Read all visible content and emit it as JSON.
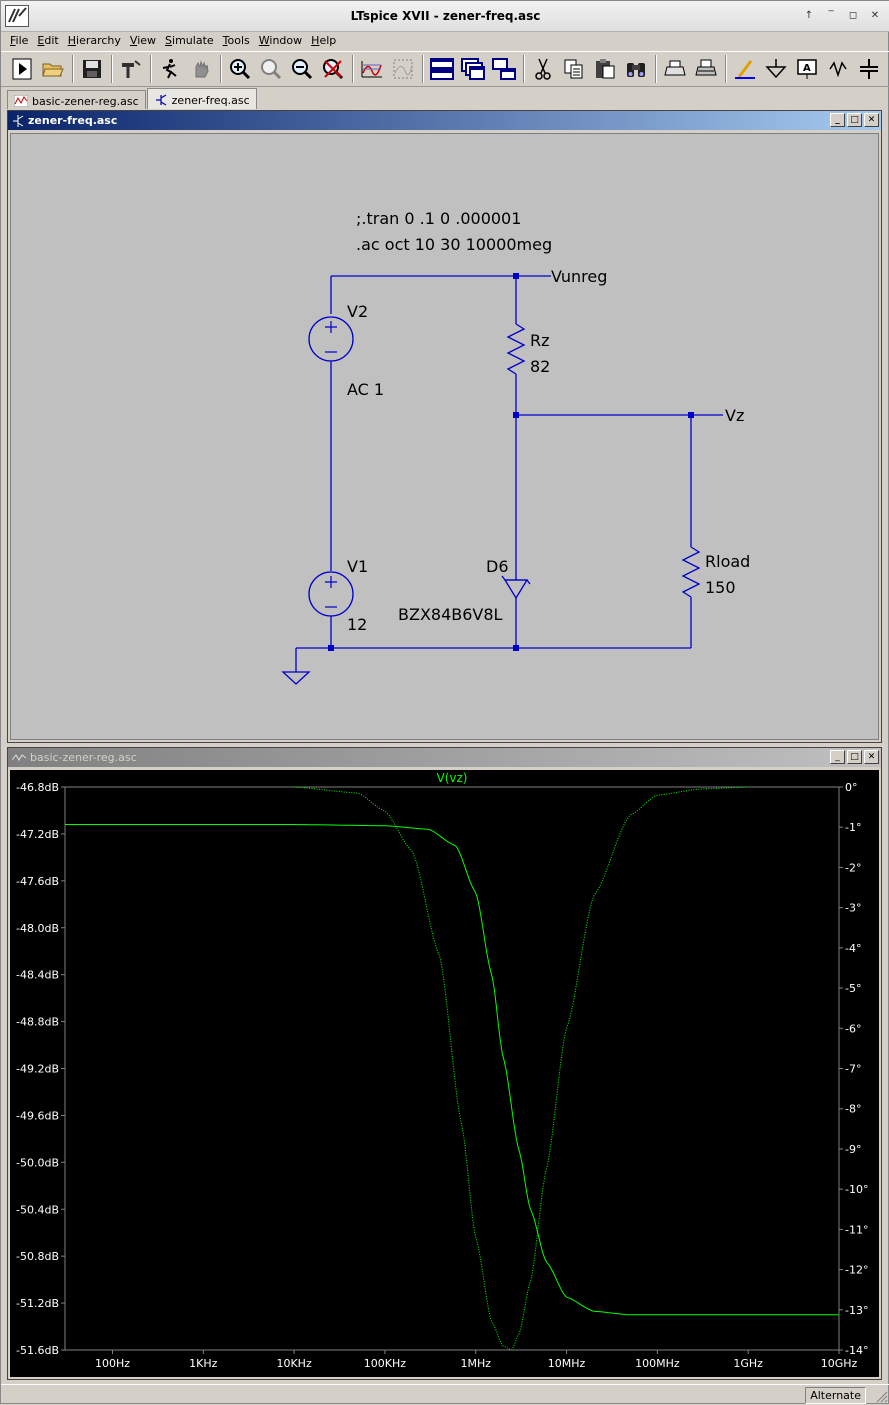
{
  "app": {
    "title": "LTspice XVII - zener-freq.asc",
    "menu": [
      "File",
      "Edit",
      "Hierarchy",
      "View",
      "Simulate",
      "Tools",
      "Window",
      "Help"
    ],
    "menu_mnemonics": [
      "F",
      "E",
      "H",
      "V",
      "S",
      "T",
      "W",
      "H"
    ],
    "window_buttons": [
      "↑",
      "‾",
      "◻",
      "✕"
    ]
  },
  "toolbar": {
    "icons": [
      "run-icon",
      "open-icon",
      "save-icon",
      "control-panel-icon",
      "halt-icon",
      "pan-icon",
      "zoom-in-icon",
      "zoom-area-icon",
      "zoom-out-icon",
      "zoom-fit-icon",
      "autorange-icon",
      "fit-plot-icon",
      "tile-horizontal-icon",
      "cascade-icon",
      "tile-vertical-icon",
      "cut-icon",
      "copy-icon",
      "paste-icon",
      "find-icon",
      "print-preview-icon",
      "print-icon",
      "wire-icon",
      "ground-icon",
      "label-net-icon",
      "component-icon",
      "capacitor-icon"
    ]
  },
  "tabs": [
    {
      "label": "basic-zener-reg.asc",
      "icon": "waveform-icon",
      "active": false
    },
    {
      "label": "zener-freq.asc",
      "icon": "schematic-icon",
      "active": true
    }
  ],
  "schematic_window": {
    "title": "zener-freq.asc",
    "directives": [
      ";.tran 0 .1 0 .000001",
      ".ac oct 10 30 10000meg"
    ],
    "labels": {
      "vunreg": "Vunreg",
      "vz": "Vz",
      "v2_name": "V2",
      "v2_value": "AC 1",
      "v1_name": "V1",
      "v1_value": "12",
      "rz_name": "Rz",
      "rz_value": "82",
      "rload_name": "Rload",
      "rload_value": "150",
      "d6_name": "D6",
      "d6_value": "BZX84B6V8L"
    },
    "colors": {
      "background": "#c0c0c0",
      "wire": "#0000cc"
    }
  },
  "waveform_window": {
    "title": "basic-zener-reg.asc",
    "colors": {
      "background": "#000000",
      "trace": "#00ff00",
      "frame": "#808080"
    },
    "chart_data": {
      "type": "line",
      "title": "V(vz)",
      "xlabel": "",
      "x_scale": "log",
      "x_ticks": [
        "100Hz",
        "1KHz",
        "10KHz",
        "100KHz",
        "1MHz",
        "10MHz",
        "100MHz",
        "1GHz",
        "10GHz"
      ],
      "x_tick_values": [
        100,
        1000,
        10000,
        100000,
        1000000,
        10000000,
        100000000,
        1000000000,
        10000000000
      ],
      "xlim": [
        30,
        10000000000
      ],
      "y_left_ticks": [
        "-46.8dB",
        "-47.2dB",
        "-47.6dB",
        "-48.0dB",
        "-48.4dB",
        "-48.8dB",
        "-49.2dB",
        "-49.6dB",
        "-50.0dB",
        "-50.4dB",
        "-50.8dB",
        "-51.2dB",
        "-51.6dB"
      ],
      "ylim_left": [
        -51.6,
        -46.8
      ],
      "y_right_ticks": [
        "0°",
        "-1°",
        "-2°",
        "-3°",
        "-4°",
        "-5°",
        "-6°",
        "-7°",
        "-8°",
        "-9°",
        "-10°",
        "-11°",
        "-12°",
        "-13°",
        "-14°"
      ],
      "ylim_right": [
        -14,
        0
      ],
      "series": [
        {
          "style": "solid",
          "axis": "left",
          "x": [
            30,
            10000,
            100000,
            300000,
            600000,
            1000000,
            1500000,
            2000000,
            3000000,
            4000000,
            6000000,
            10000000,
            20000000,
            50000000,
            100000000,
            1000000000,
            10000000000
          ],
          "y": [
            -47.12,
            -47.12,
            -47.13,
            -47.16,
            -47.3,
            -47.7,
            -48.4,
            -49.1,
            -49.9,
            -50.4,
            -50.85,
            -51.15,
            -51.27,
            -51.3,
            -51.3,
            -51.3,
            -51.3
          ]
        },
        {
          "style": "dotted",
          "axis": "right",
          "x": [
            10000,
            50000,
            100000,
            200000,
            400000,
            700000,
            1000000,
            1500000,
            2000000,
            2500000,
            3000000,
            4000000,
            6000000,
            10000000,
            20000000,
            50000000,
            100000000,
            300000000,
            1000000000
          ],
          "y": [
            0,
            -0.15,
            -0.6,
            -1.6,
            -4.2,
            -8.4,
            -11.2,
            -13.3,
            -13.9,
            -14.0,
            -13.6,
            -12.3,
            -9.5,
            -6.0,
            -2.7,
            -0.7,
            -0.2,
            -0.05,
            0
          ]
        }
      ]
    }
  },
  "status": {
    "mode": "Alternate"
  }
}
